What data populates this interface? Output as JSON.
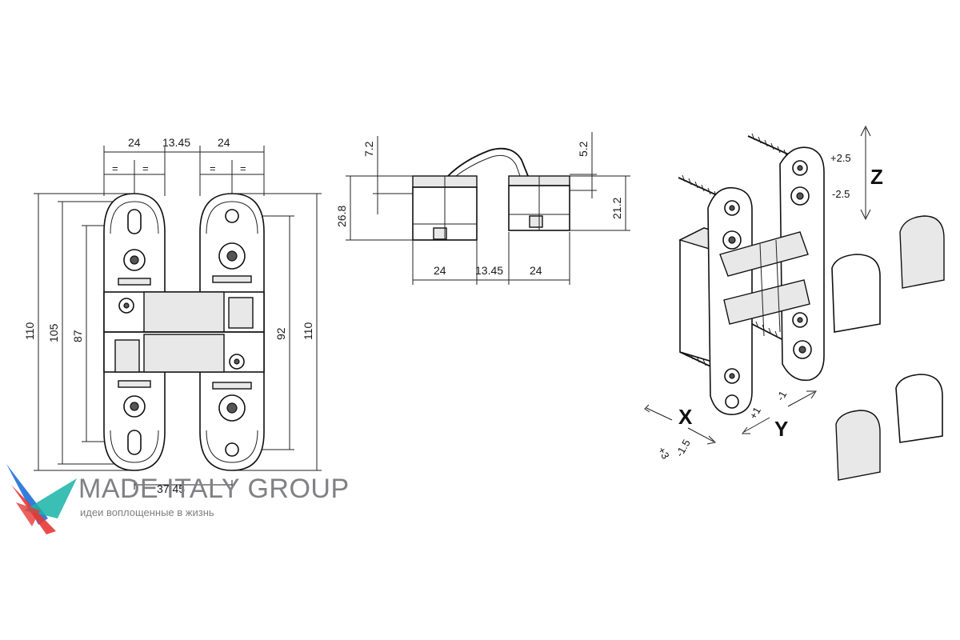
{
  "front_view": {
    "dim_top_left": "24",
    "dim_top_gap": "13.45",
    "dim_top_right": "24",
    "equal_marks": [
      "=",
      "=",
      "=",
      "="
    ],
    "dim_left_outer": "110",
    "dim_left_mid": "105",
    "dim_left_inner": "87",
    "dim_right_inner": "92",
    "dim_right_outer": "110",
    "dim_bottom": "37.45"
  },
  "top_view": {
    "dim_left_top": "7.2",
    "dim_left_height": "26.8",
    "dim_right_top": "5.2",
    "dim_right_height": "21.2",
    "dim_bottom_left": "24",
    "dim_bottom_gap": "13.45",
    "dim_bottom_right": "24"
  },
  "adjustment": {
    "z_label": "Z",
    "z_plus": "+2.5",
    "z_minus": "-2.5",
    "x_label": "X",
    "x_plus": "+3",
    "x_minus": "-1.5",
    "y_label": "Y",
    "y_plus": "+1",
    "y_minus": "-1"
  },
  "branding": {
    "name": "MADE ITALY GROUP",
    "tagline": "идеи воплощенные в жизнь",
    "colors": {
      "red": "#e53935",
      "blue": "#1e6fd9",
      "teal": "#19b3a6",
      "text": "#808184"
    }
  }
}
